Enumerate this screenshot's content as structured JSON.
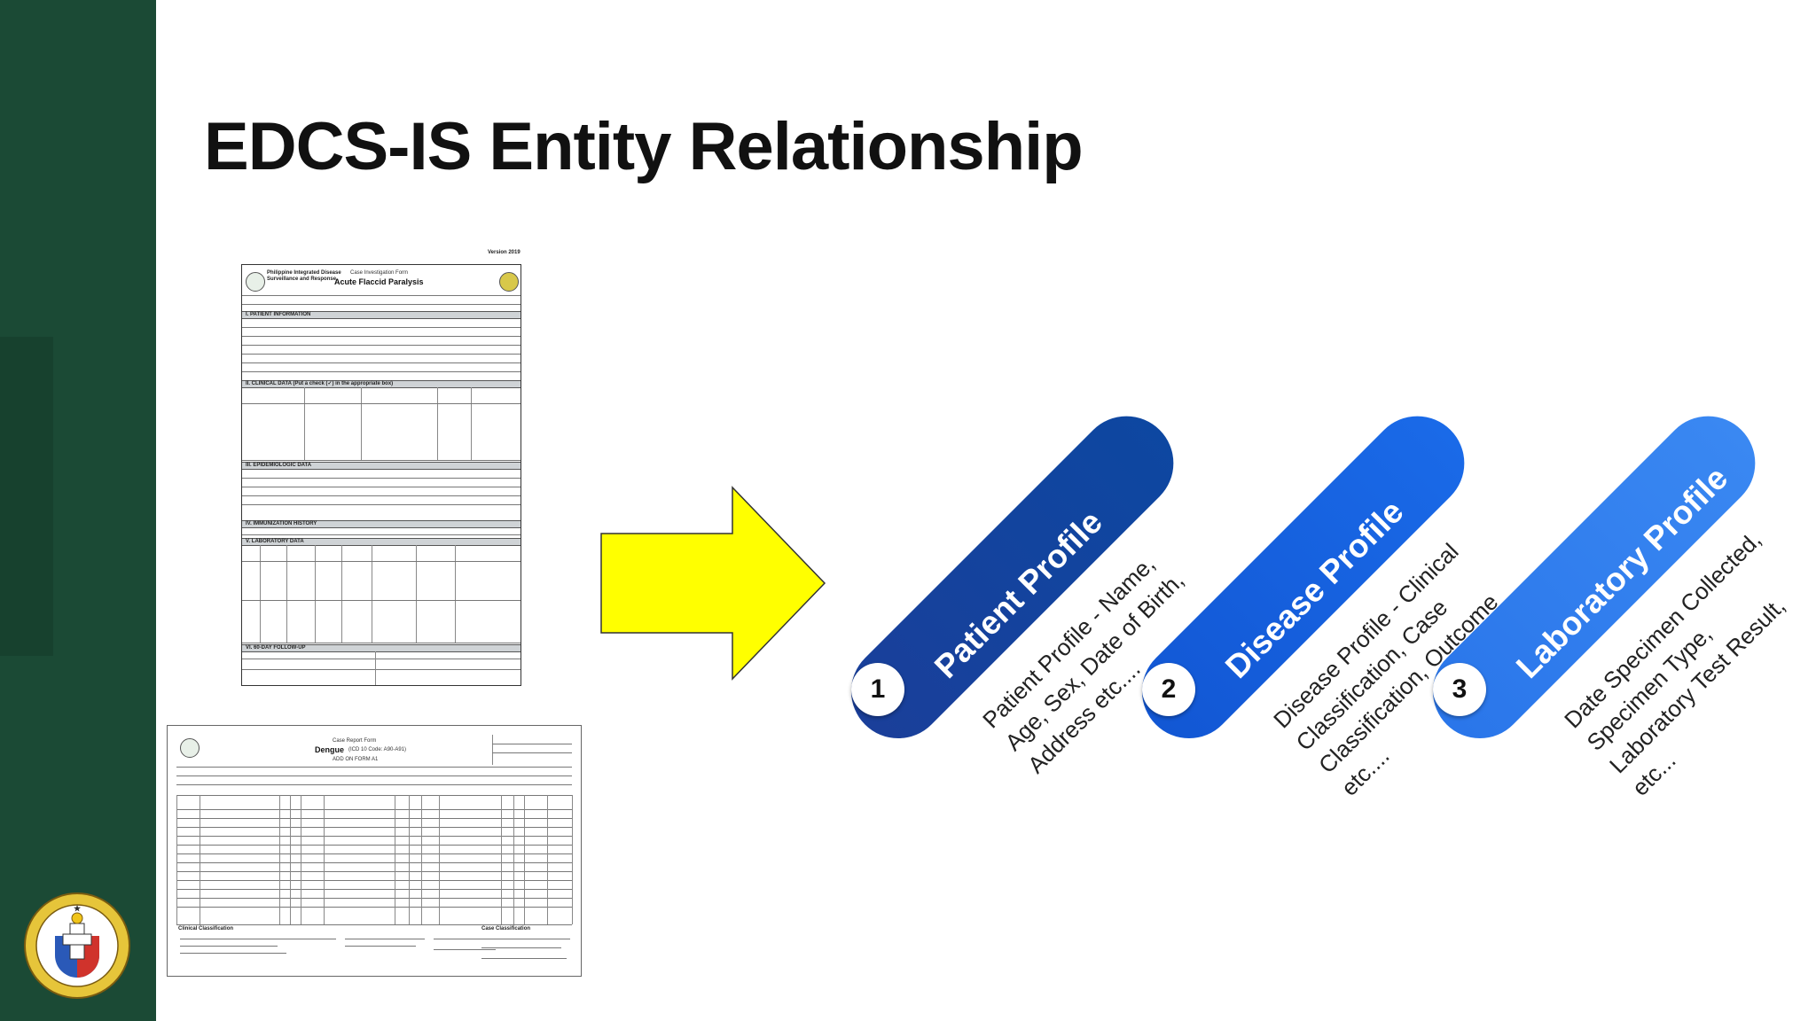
{
  "slide": {
    "title": "EDCS-IS Entity Relationship"
  },
  "form_afp": {
    "version": "Version 2019",
    "org_line1": "Philippine Integrated Disease",
    "org_line2": "Surveillance and Response",
    "form_type": "Case Investigation Form",
    "form_title": "Acute Flaccid Paralysis",
    "sections": [
      "I. PATIENT INFORMATION",
      "II. CLINICAL DATA (Put a check (✓) in the appropriate box)",
      "III. EPIDEMIOLOGIC DATA",
      "IV. IMMUNIZATION HISTORY",
      "V. LABORATORY DATA",
      "VI. 60-DAY FOLLOW-UP"
    ]
  },
  "form_dengue": {
    "form_type": "Case Report Form",
    "form_title": "Dengue",
    "code": "(ICD 10 Code: A90-A91)",
    "sub_title": "ADD ON FORM A1",
    "footer_left": "Clinical Classification",
    "footer_right": "Case Classification"
  },
  "entities": [
    {
      "number": "1",
      "label": "Patient Profile",
      "description": "Patient Profile - Name,\nAge, Sex, Date of Birth,\nAddress etc...."
    },
    {
      "number": "2",
      "label": "Disease Profile",
      "description": "Disease Profile - Clinical\nClassification, Case\nClassification, Outcome\netc...."
    },
    {
      "number": "3",
      "label": "Laboratory Profile",
      "description": "Date Specimen Collected,\nSpecimen Type,\nLaboratory Test Result,\netc..."
    }
  ],
  "colors": {
    "sidebar": "#1b4a35",
    "arrow": "#ffff00",
    "pill_1": "#0d47a1",
    "pill_2": "#1565e0",
    "pill_3": "#2f80f0"
  },
  "icons": {
    "seal": "doh-seal-icon",
    "arrow": "right-arrow-icon"
  }
}
